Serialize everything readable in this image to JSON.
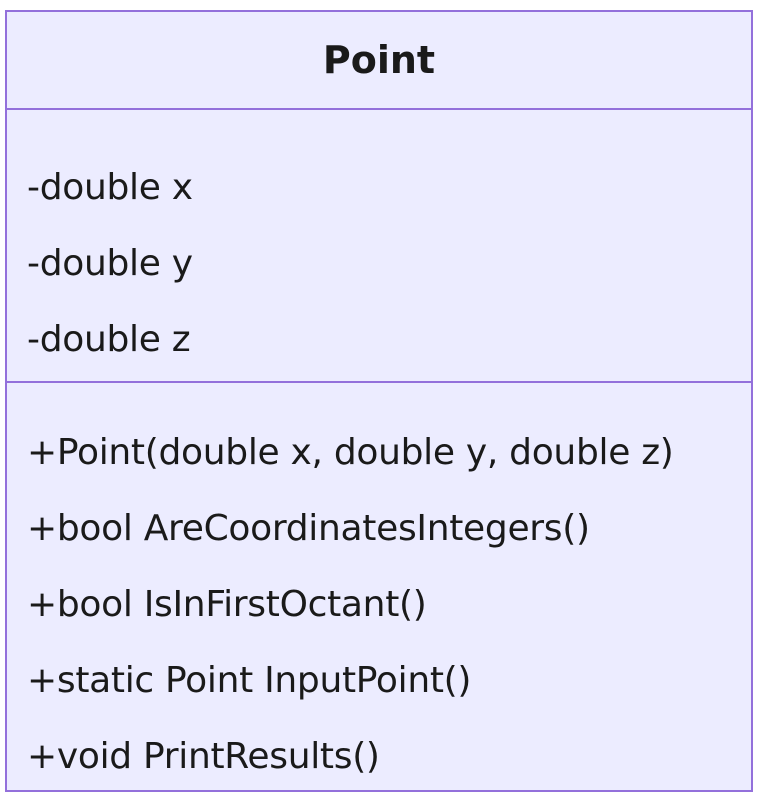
{
  "uml_class": {
    "name": "Point",
    "attributes": [
      "-double x",
      "-double y",
      "-double z"
    ],
    "methods": [
      "+Point(double x, double y, double z)",
      "+bool AreCoordinatesIntegers()",
      "+bool IsInFirstOctant()",
      "+static Point InputPoint()",
      "+void PrintResults()"
    ]
  },
  "colors": {
    "fill": "#ececff",
    "stroke": "#9370db",
    "text": "#1a1a1a"
  }
}
